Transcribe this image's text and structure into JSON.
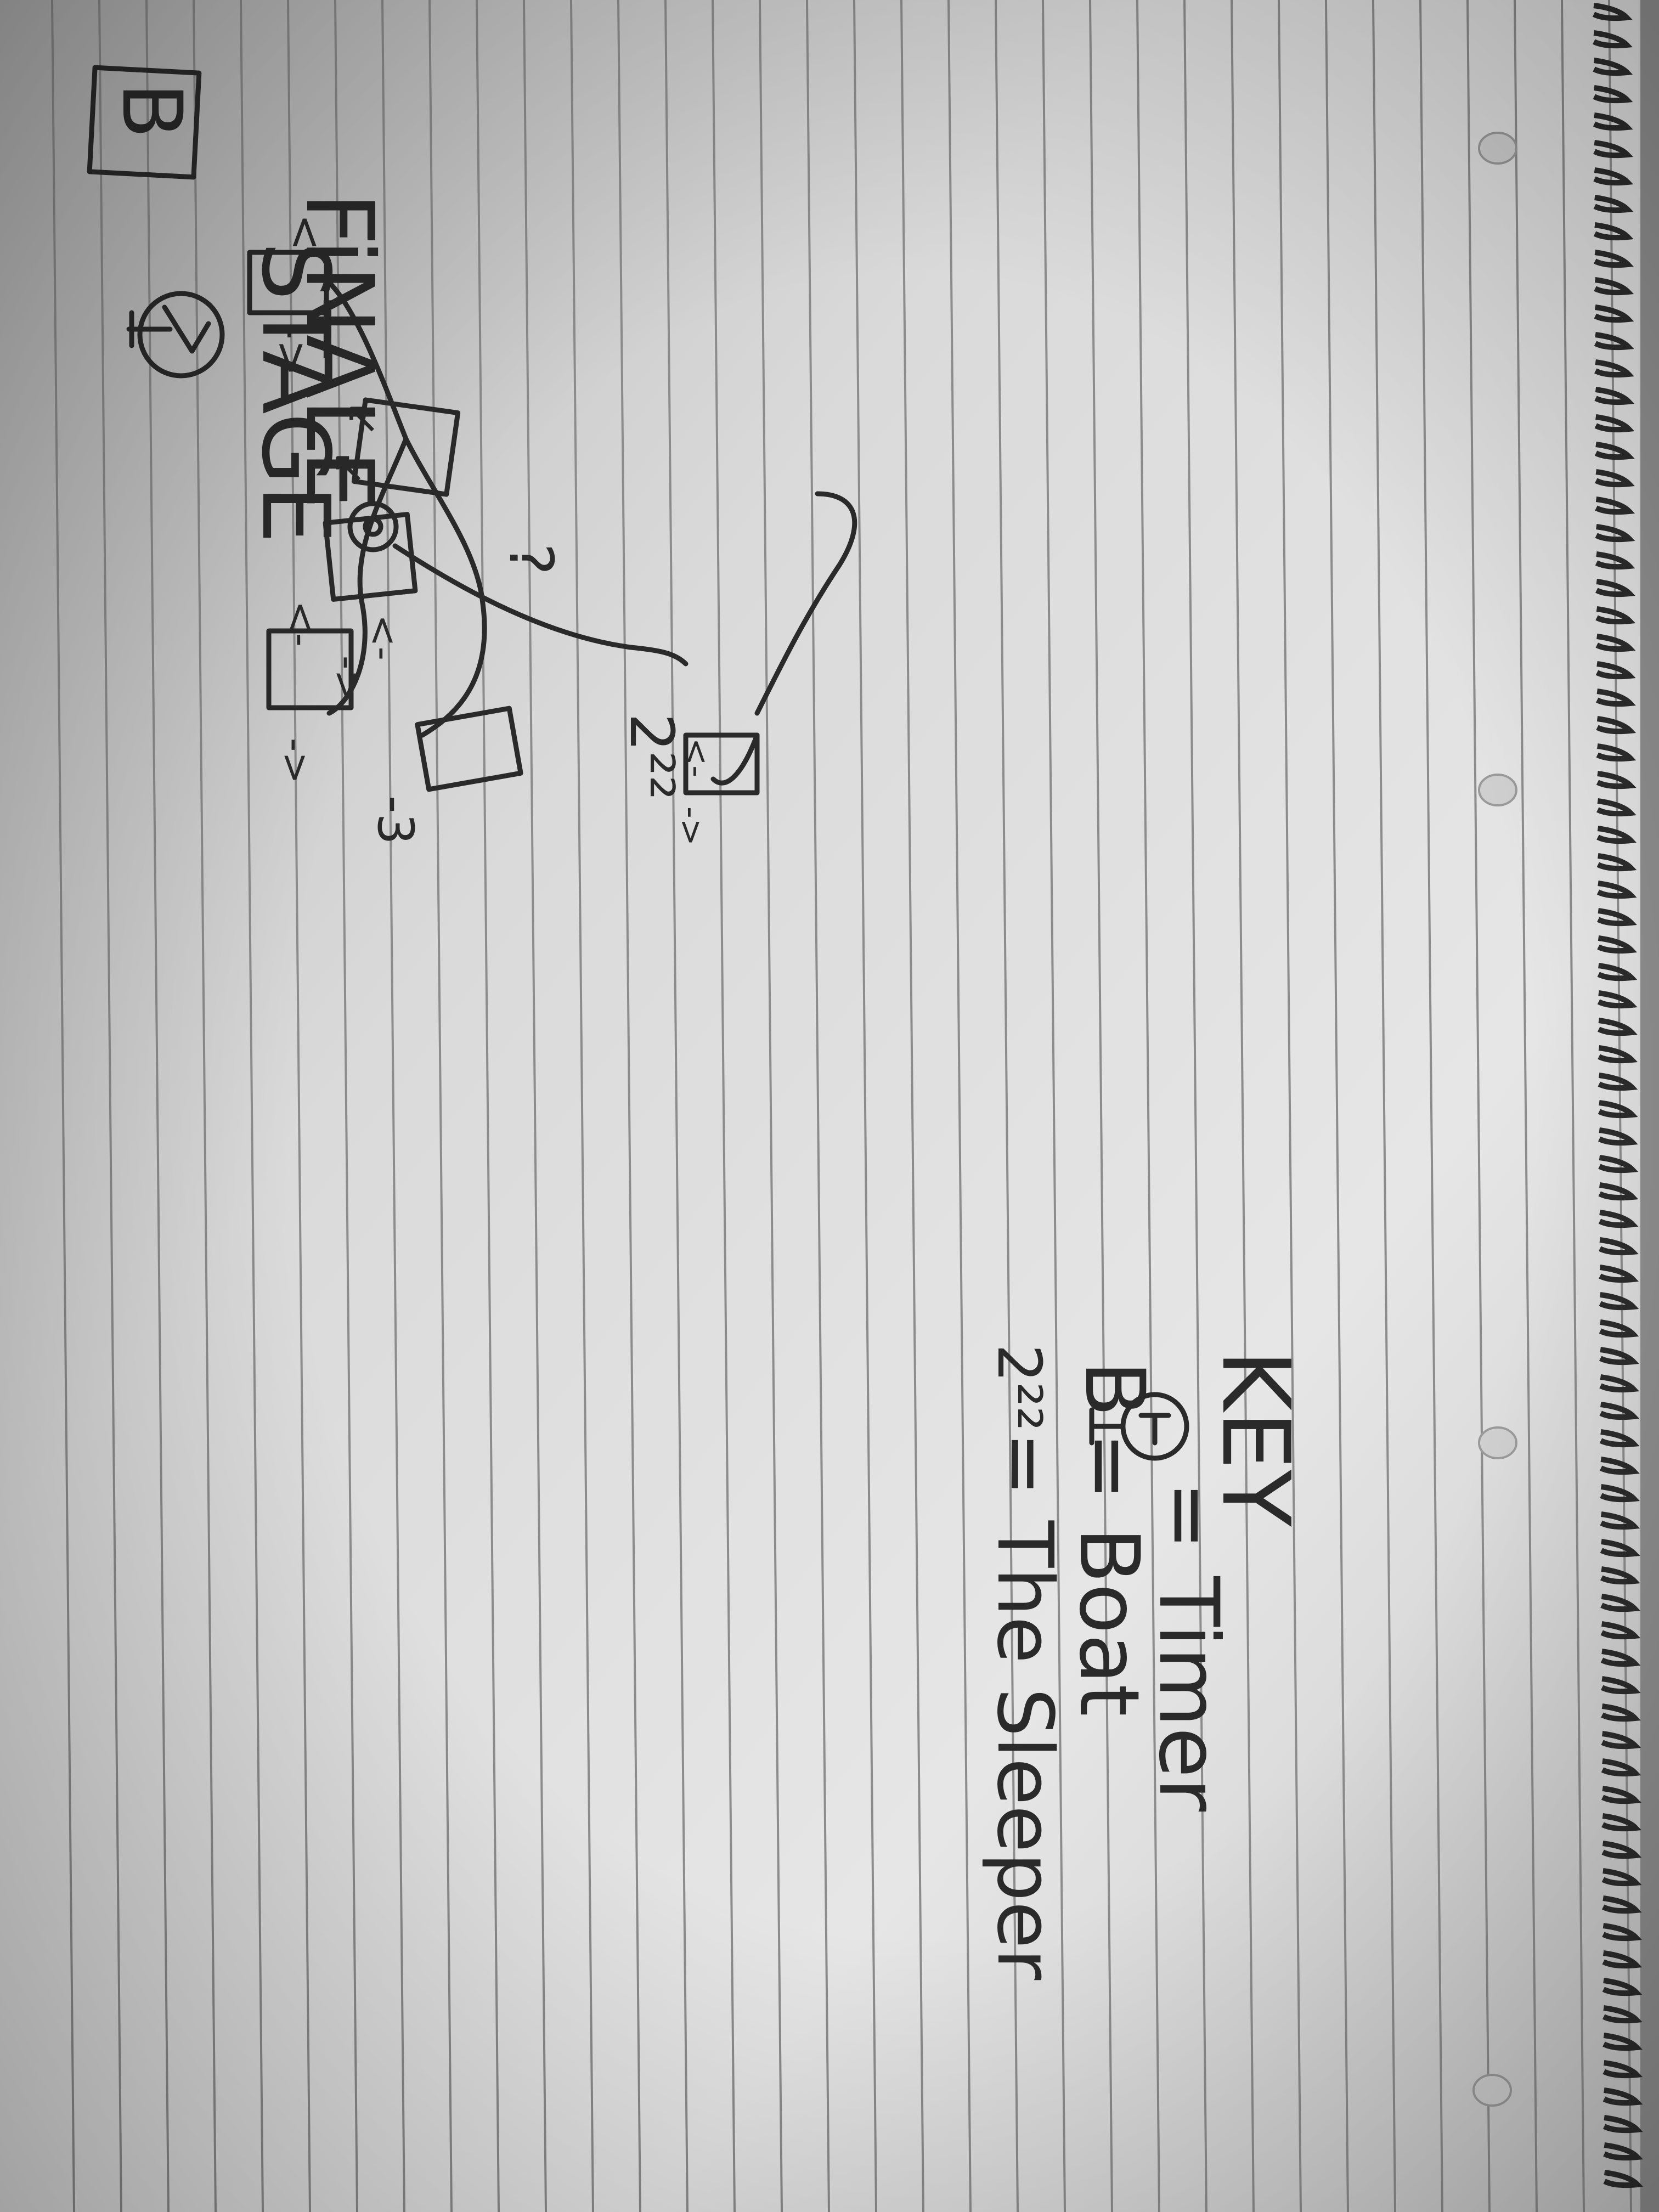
{
  "diagram": {
    "title_line1": "FiNALE",
    "title_line2": "STAGE",
    "boat_marker": "B",
    "sleeper_marker": "2²²",
    "question_mark": "?",
    "arrows": {
      "left_arrow": "<-",
      "right_arrow": "->",
      "down_left_arrow": "↙",
      "three_arrow": "-3"
    }
  },
  "key": {
    "heading": "KEY",
    "items": [
      {
        "symbol": "T",
        "symbol_type": "timer",
        "label": "= Timer"
      },
      {
        "symbol": "B",
        "symbol_type": "boat",
        "label": "= Boat"
      },
      {
        "symbol": "2²²",
        "symbol_type": "sleeper",
        "label": "= The Sleeper"
      }
    ]
  },
  "colors": {
    "paper": "#e2e2e2",
    "paper_shadow": "#b9b9b9",
    "rule_line": "#8c8c8c",
    "margin_line": "#b0b0b0",
    "ink": "#2a2a2a",
    "spiral": "#2c2c2c"
  }
}
